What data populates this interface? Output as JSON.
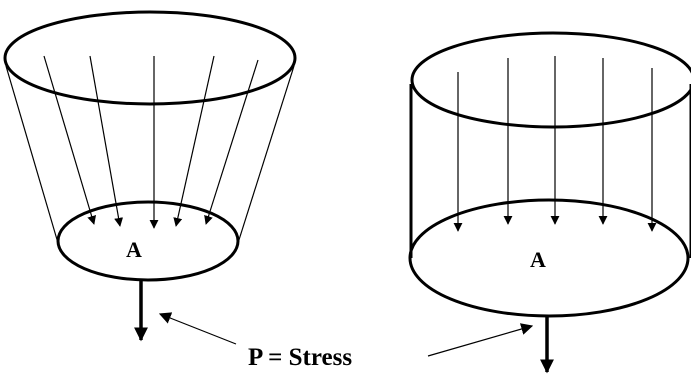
{
  "labels": {
    "area_left": "A",
    "area_right": "A",
    "caption": "P = Stress"
  },
  "colors": {
    "line": "#000000",
    "background": "#ffffff"
  }
}
